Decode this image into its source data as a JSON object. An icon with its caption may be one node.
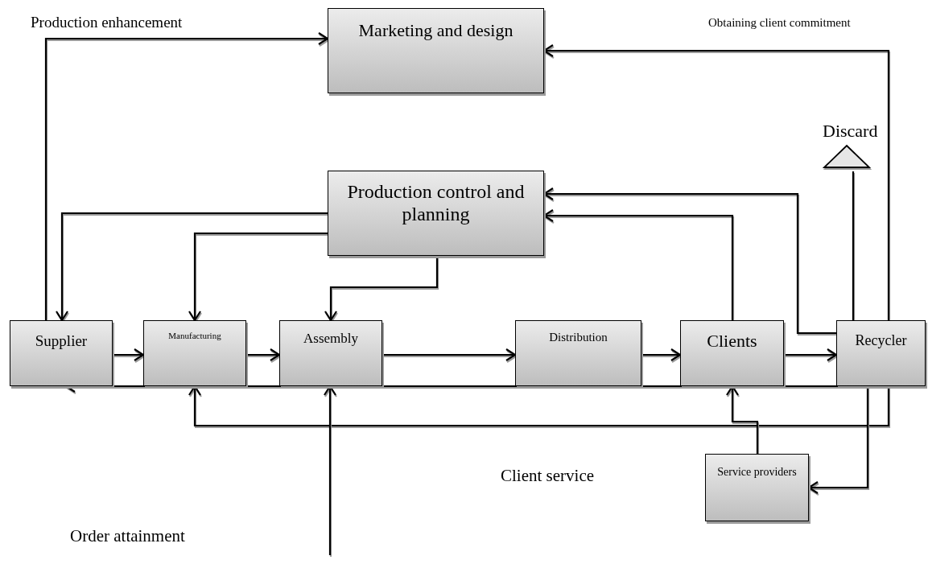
{
  "diagram": {
    "nodes": [
      {
        "text": [
          "Marketing and design"
        ]
      },
      {
        "text": [
          "Production control and planning"
        ]
      },
      {
        "text": [
          "Supplier"
        ]
      },
      {
        "text": [
          "Manufacturing"
        ]
      },
      {
        "text": [
          "Assembly"
        ]
      },
      {
        "text": [
          "Distribution"
        ]
      },
      {
        "text": [
          "Clients"
        ]
      },
      {
        "text": [
          "Recycler"
        ]
      },
      {
        "text": [
          "Service providers"
        ]
      },
      {
        "text": [
          "Discard"
        ]
      }
    ],
    "edges": [
      {
        "from": 2,
        "to": 0,
        "arrow": "to",
        "label": "Production enhancement"
      },
      {
        "from": 7,
        "to": 0,
        "arrow": "to",
        "label": "Obtaining client commitment"
      },
      {
        "from": 1,
        "to": 2,
        "arrow": "to"
      },
      {
        "from": 1,
        "to": 3,
        "arrow": "to"
      },
      {
        "from": 1,
        "to": 4,
        "arrow": "to"
      },
      {
        "from": 6,
        "to": 1,
        "arrow": "to"
      },
      {
        "from": 7,
        "to": 1,
        "arrow": "to"
      },
      {
        "from": 7,
        "to": 9,
        "arrow": "none"
      },
      {
        "from": 2,
        "to": 3,
        "arrow": "to"
      },
      {
        "from": 3,
        "to": 4,
        "arrow": "to"
      },
      {
        "from": 4,
        "to": 5,
        "arrow": "to"
      },
      {
        "from": 5,
        "to": 6,
        "arrow": "to"
      },
      {
        "from": 6,
        "to": 7,
        "arrow": "to"
      },
      {
        "from": 7,
        "to": 2,
        "arrow": "to"
      },
      {
        "from": 7,
        "to": 3,
        "arrow": "to"
      },
      {
        "from": 7,
        "to": 8,
        "arrow": "to"
      },
      {
        "from": 8,
        "to": 6,
        "arrow": "to"
      },
      {
        "from": null,
        "to": 4,
        "arrow": "to"
      }
    ],
    "labels": [
      "Client service",
      "Order attainment"
    ]
  }
}
